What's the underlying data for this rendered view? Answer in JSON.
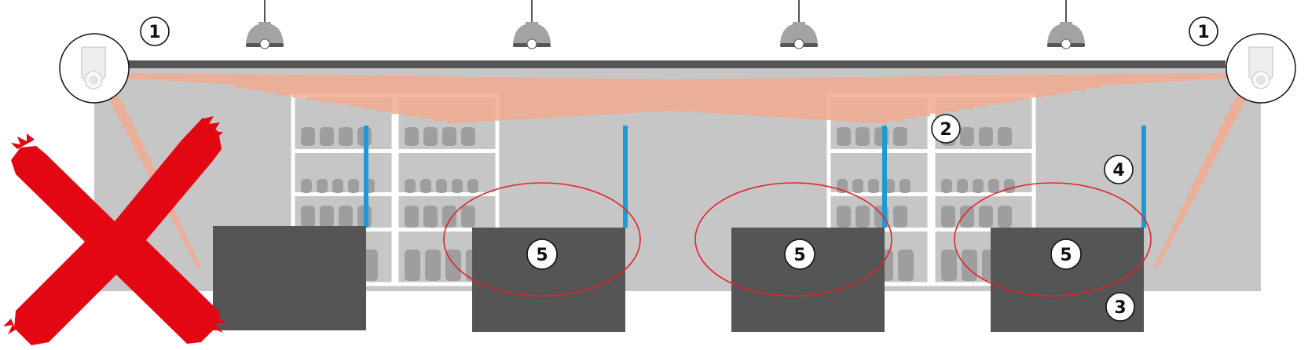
{
  "colors": {
    "background": "#ffffff",
    "wall": "#c6c6c6",
    "rail": "#555555",
    "lamp": "#a3a3a3",
    "counter": "#555555",
    "shelf_frame": "#ffffff",
    "shelf_item": "#9e9e9e",
    "beam": "#f2aa8f",
    "barrier": "#1c9ad6",
    "zone_outline": "#e0252a",
    "cross": "#e30613",
    "badge_fill": "#ffffff",
    "badge_stroke": "#111111"
  },
  "icons": {
    "detector": "motion-detector-icon",
    "lamp": "ceiling-lamp-icon",
    "cross": "red-cross-icon"
  },
  "callouts": [
    {
      "id": "callout-1-left",
      "text": "1"
    },
    {
      "id": "callout-1-right",
      "text": "1"
    },
    {
      "id": "callout-2",
      "text": "2"
    },
    {
      "id": "callout-3",
      "text": "3"
    },
    {
      "id": "callout-4",
      "text": "4"
    },
    {
      "id": "callout-5-a",
      "text": "5"
    },
    {
      "id": "callout-5-b",
      "text": "5"
    },
    {
      "id": "callout-5-c",
      "text": "5"
    }
  ]
}
